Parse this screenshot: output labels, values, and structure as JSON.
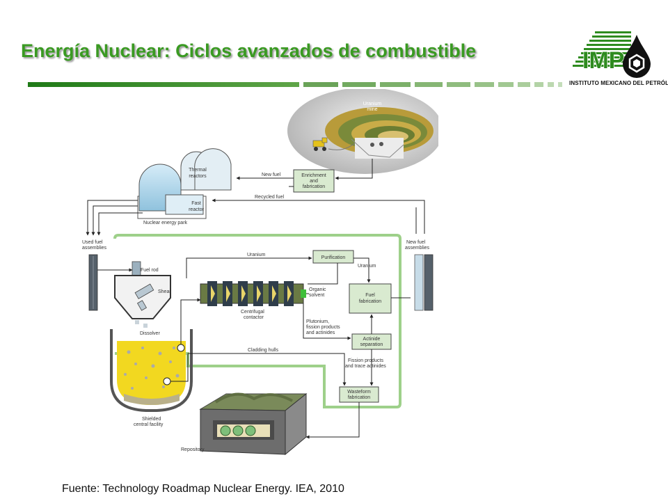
{
  "slide": {
    "title": "Energía Nuclear: Ciclos avanzados de combustible",
    "source": "Fuente: Technology Roadmap Nuclear Energy. IEA, 2010"
  },
  "logo": {
    "letters": "IMP",
    "caption": "INSTITUTO MEXICANO DEL PETRÓLEO"
  },
  "diagram": {
    "labels": {
      "uranium_mine_1": "Uranium",
      "uranium_mine_2": "mine",
      "thermal_1": "Thermal",
      "thermal_2": "reactors",
      "fast_1": "Fast",
      "fast_2": "reactor",
      "nuclear_park": "Nuclear energy park",
      "new_fuel": "New fuel",
      "enrichment_1": "Enrichment",
      "enrichment_2": "and",
      "enrichment_3": "fabrication",
      "recycled_fuel": "Recycled fuel",
      "used_fuel_1": "Used fuel",
      "used_fuel_2": "assemblies",
      "new_fuel_asm_1": "New fuel",
      "new_fuel_asm_2": "assemblies",
      "uranium_top": "Uranium",
      "purification": "Purification",
      "uranium_right": "Uranium",
      "fuel_rod": "Fuel rod",
      "shear": "Shear",
      "organic_1": "Organic",
      "organic_2": "solvent",
      "fuel_fab_1": "Fuel",
      "fuel_fab_2": "fabrication",
      "centrifugal_1": "Centrifugal",
      "centrifugal_2": "contactor",
      "plutonium_1": "Plutonium,",
      "plutonium_2": "fission products",
      "plutonium_3": "and actinides",
      "dissolver": "Dissolver",
      "actinide_1": "Actinide",
      "actinide_2": "separation",
      "cladding": "Cladding hulls",
      "fission_1": "Fission products",
      "fission_2": "and trace actinides",
      "wasteform_1": "Wasteform",
      "wasteform_2": "fabrication",
      "shielded_1": "Shielded",
      "shielded_2": "central facility",
      "repository": "Repository"
    }
  },
  "colors": {
    "title": "#3a9a22",
    "accent_green": "#2e8b1f",
    "box_fill": "#d9ead0",
    "loop_green": "#9ed08a",
    "liquid_yellow": "#f2d820"
  }
}
